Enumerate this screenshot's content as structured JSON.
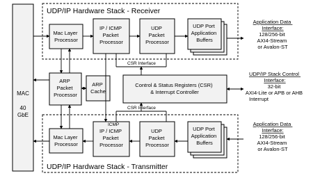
{
  "receiver": {
    "title": "UDP/IP Hardware Stack - Receiver",
    "mac_layer": [
      "Mac Layer",
      "Processor"
    ],
    "ip_icmp": [
      "IP / ICMP",
      "Packet",
      "Processor"
    ],
    "udp": [
      "UDP",
      "Packet",
      "Processor"
    ],
    "buffers": [
      "UDP Port",
      "Application",
      "Buffers"
    ]
  },
  "transmitter": {
    "title": "UDP/IP Hardware Stack - Transmitter",
    "mac_layer": [
      "Mac Layer",
      "Processor"
    ],
    "ip_icmp": [
      "IP / ICMP",
      "Packet",
      "Processor"
    ],
    "udp": [
      "UDP",
      "Packet",
      "Processor"
    ],
    "buffers": [
      "UDP Port",
      "Application",
      "Buffers"
    ]
  },
  "mac": {
    "label": "MAC",
    "speed": "40",
    "unit": "GbE"
  },
  "arp_processor": [
    "ARP",
    "Packet",
    "Processor"
  ],
  "arp_cache": [
    "ARP",
    "Cache"
  ],
  "csr": [
    "Control & Status Registers (CSR)",
    "& Interrupt Controller"
  ],
  "connections": {
    "csr_interface_top": "CSR Interface",
    "csr_interface_bottom": "CSR Interface",
    "icmp": "ICMP"
  },
  "interfaces": {
    "rx_app": {
      "title": [
        "Application Data",
        "Interface:"
      ],
      "details": [
        "128/256-bit",
        "AXI4-Stream",
        "or Avalon-ST"
      ]
    },
    "control": {
      "title": [
        "UDP/IP Stack Control",
        "Interface:"
      ],
      "details": [
        "32-bit",
        "AXI4-Lite or APB or AHB",
        "Interrupt"
      ]
    },
    "tx_app": {
      "title": [
        "Application Data",
        "Interface:"
      ],
      "details": [
        "128/256-bit",
        "AXI4-Stream",
        "or Avalon-ST"
      ]
    }
  }
}
